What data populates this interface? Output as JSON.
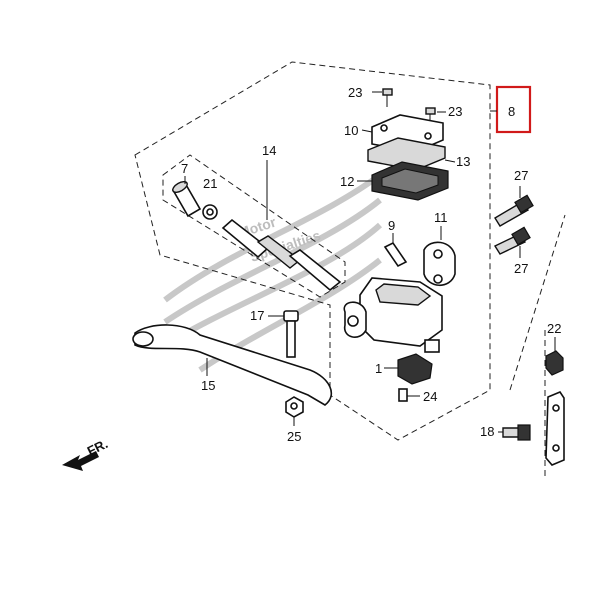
{
  "callouts": {
    "c1": "1",
    "c7": "7",
    "c8": "8",
    "c9": "9",
    "c10": "10",
    "c11": "11",
    "c12": "12",
    "c13": "13",
    "c14": "14",
    "c15": "15",
    "c17": "17",
    "c18": "18",
    "c21": "21",
    "c22": "22",
    "c23a": "23",
    "c23b": "23",
    "c24": "24",
    "c25": "25",
    "c27a": "27",
    "c27b": "27"
  },
  "direction_label": "FR.",
  "highlight_color": "#d11a1a",
  "watermark": {
    "line1": "Motor",
    "line2": "Specialties"
  }
}
